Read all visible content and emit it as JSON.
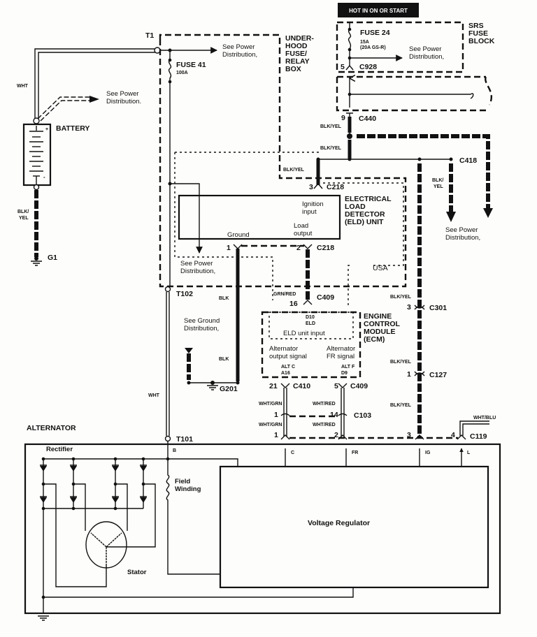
{
  "header": {
    "hot_banner": "HOT IN ON OR START"
  },
  "battery": {
    "label": "BATTERY",
    "wire_top": "WHT",
    "wire_bottom_1": "BLK/",
    "wire_bottom_2": "YEL",
    "ground": "G1",
    "plus": "+",
    "minus": "-"
  },
  "see_power": {
    "line1": "See Power",
    "line2": "Distribution,",
    "line2_dot": "Distribution."
  },
  "underhood": {
    "terminal": "T1",
    "title_lines": [
      "UNDER-",
      "HOOD",
      "FUSE/",
      "RELAY",
      "BOX"
    ],
    "fuse": "FUSE 41",
    "fuse_rating": "100A",
    "terminal_lower": "T102",
    "wire_lower": "WHT"
  },
  "srs": {
    "title_lines": [
      "SRS",
      "FUSE",
      "BLOCK"
    ],
    "fuse": "FUSE 24",
    "fuse_rating_1": "15A",
    "fuse_rating_2": "(20A GS-R)",
    "pin": "5",
    "connector": "C928"
  },
  "c440": {
    "pin": "9",
    "connector": "C440",
    "wire1": "BLK/YEL",
    "wire2": "BLK/YEL"
  },
  "c418": {
    "connector": "C418",
    "wire_1": "BLK/",
    "wire_2": "YEL"
  },
  "eld": {
    "title_lines": [
      "ELECTRICAL",
      "LOAD",
      "DETECTOR",
      "(ELD) UNIT"
    ],
    "ignition_1": "Ignition",
    "ignition_2": "input",
    "load_1": "Load",
    "load_2": "output",
    "ground": "Ground",
    "c218_top_pin": "3",
    "c218": "C218",
    "wire_top": "BLK/YEL",
    "pin_ground": "1",
    "pin_load": "2",
    "region": "USA"
  },
  "ground_dist": {
    "line1": "See Ground",
    "line2": "Distribution,",
    "wire": "BLK",
    "ground": "G201"
  },
  "ecm": {
    "title_lines": [
      "ENGINE",
      "CONTROL",
      "MODULE",
      "(ECM)"
    ],
    "c409_pin": "16",
    "c409": "C409",
    "wire_in": "GRN/RED",
    "d10": "D10",
    "eld": "ELD",
    "eld_input": "ELD unit input",
    "alt_out_1": "Alternator",
    "alt_out_2": "output signal",
    "alt_fr_1": "Alternator",
    "alt_fr_2": "FR signal",
    "alt_c": "ALT C",
    "a16": "A16",
    "alt_f": "ALT F",
    "d9": "D9"
  },
  "lower_conn": {
    "c410_pin": "21",
    "c410": "C410",
    "c409_pin": "5",
    "c409": "C409",
    "wht_grn": "WHT/GRN",
    "wht_red": "WHT/RED",
    "c103_pin_a": "1",
    "c103_pin_b": "14",
    "c103": "C103",
    "c301_pin": "3",
    "c301": "C301",
    "c127_pin": "1",
    "c127": "C127",
    "blk_yel": "BLK/YEL",
    "c119": "C119",
    "wht_blu": "WHT/BLU",
    "pins": [
      "1",
      "2",
      "3",
      "4"
    ]
  },
  "alternator": {
    "title": "ALTERNATOR",
    "terminal": "T101",
    "b": "B",
    "rectifier": "Rectifier",
    "field_1": "Field",
    "field_2": "Winding",
    "stator": "Stator",
    "regulator": "Voltage Regulator",
    "c": "C",
    "fr": "FR",
    "ig": "IG",
    "l": "L"
  }
}
